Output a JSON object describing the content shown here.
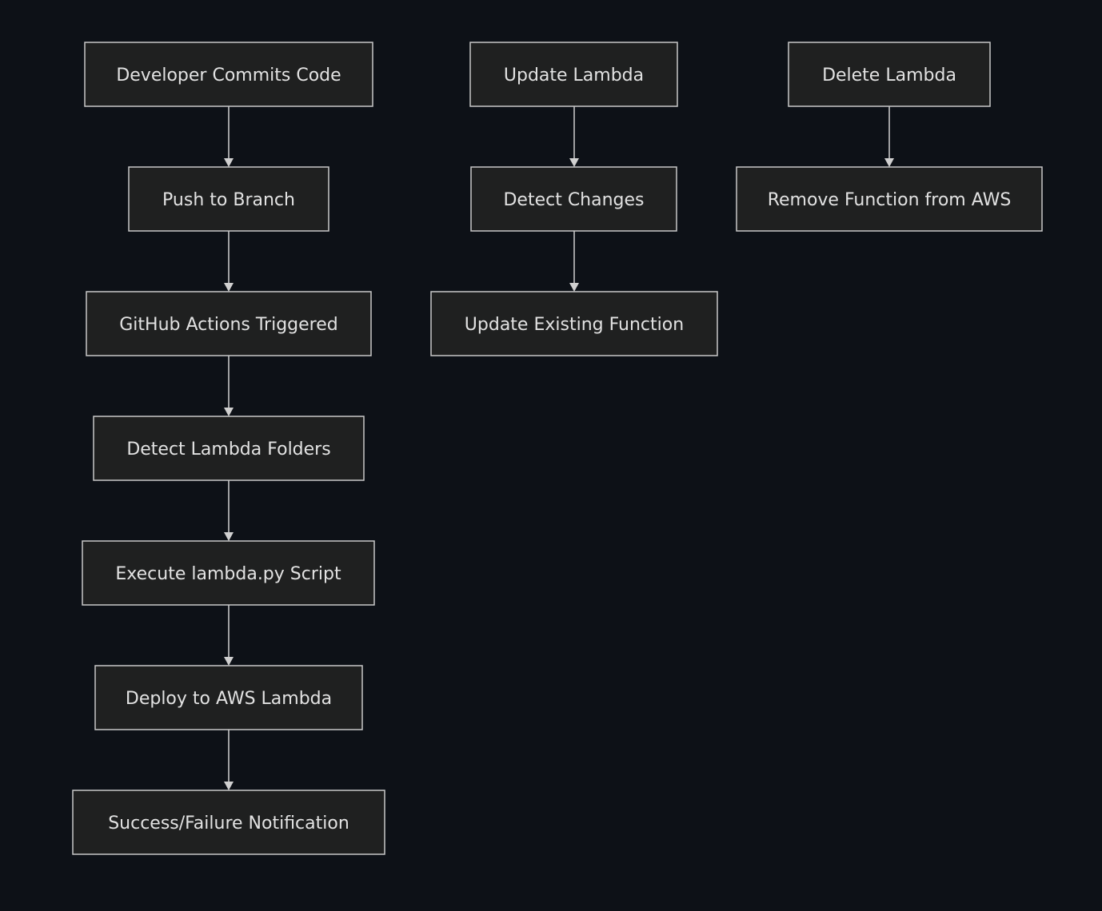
{
  "flowchart": {
    "nodes": [
      {
        "id": "commit",
        "label": "Developer Commits Code"
      },
      {
        "id": "push",
        "label": "Push to Branch"
      },
      {
        "id": "actions",
        "label": "GitHub Actions Triggered"
      },
      {
        "id": "detect-folders",
        "label": "Detect Lambda Folders"
      },
      {
        "id": "execute",
        "label": "Execute lambda.py Script"
      },
      {
        "id": "deploy",
        "label": "Deploy to AWS Lambda"
      },
      {
        "id": "notify",
        "label": "Success/Failure Notification"
      },
      {
        "id": "update",
        "label": "Update Lambda"
      },
      {
        "id": "detect-changes",
        "label": "Detect Changes"
      },
      {
        "id": "update-existing",
        "label": "Update Existing Function"
      },
      {
        "id": "delete",
        "label": "Delete Lambda"
      },
      {
        "id": "remove",
        "label": "Remove Function from AWS"
      }
    ],
    "edges": [
      {
        "from": "commit",
        "to": "push"
      },
      {
        "from": "push",
        "to": "actions"
      },
      {
        "from": "actions",
        "to": "detect-folders"
      },
      {
        "from": "detect-folders",
        "to": "execute"
      },
      {
        "from": "execute",
        "to": "deploy"
      },
      {
        "from": "deploy",
        "to": "notify"
      },
      {
        "from": "update",
        "to": "detect-changes"
      },
      {
        "from": "detect-changes",
        "to": "update-existing"
      },
      {
        "from": "delete",
        "to": "remove"
      }
    ]
  }
}
